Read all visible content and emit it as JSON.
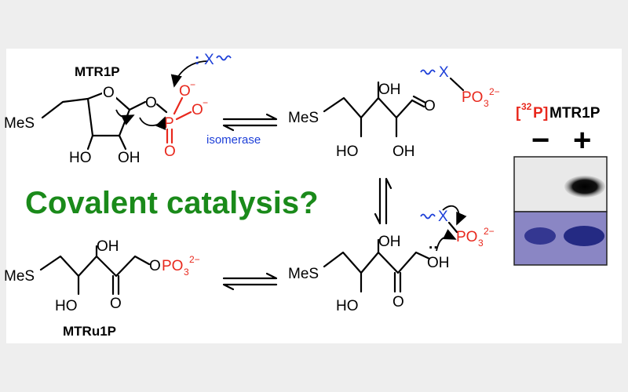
{
  "labels": {
    "mtr1p": "MTR1P",
    "mtru1p": "MTRu1P",
    "isomerase": "isomerase",
    "covalent": "Covalent catalysis?"
  },
  "atoms": {
    "mes": "MeS",
    "oh": "OH",
    "ho": "HO",
    "o": "O",
    "p": "P",
    "x": "X",
    "colon": ":",
    "lonepair": "··",
    "po": "PO",
    "three": "3",
    "two_minus": "2−",
    "minus": "−",
    "opo": "OPO"
  },
  "gel": {
    "bracket_open": "[",
    "isotope": "32",
    "element": "P",
    "bracket_close": "]",
    "compound": "MTR1P",
    "lane_minus": "−",
    "lane_plus": "+"
  },
  "colors": {
    "phosphate": "#e8281d",
    "nucleophile": "#1d3fd8",
    "title": "#1a8a1a",
    "gel_top": "#e9e9e9",
    "gel_bottom": "#8a86c4",
    "band_dark": "#111111",
    "band_blue": "#2a2f8c"
  }
}
